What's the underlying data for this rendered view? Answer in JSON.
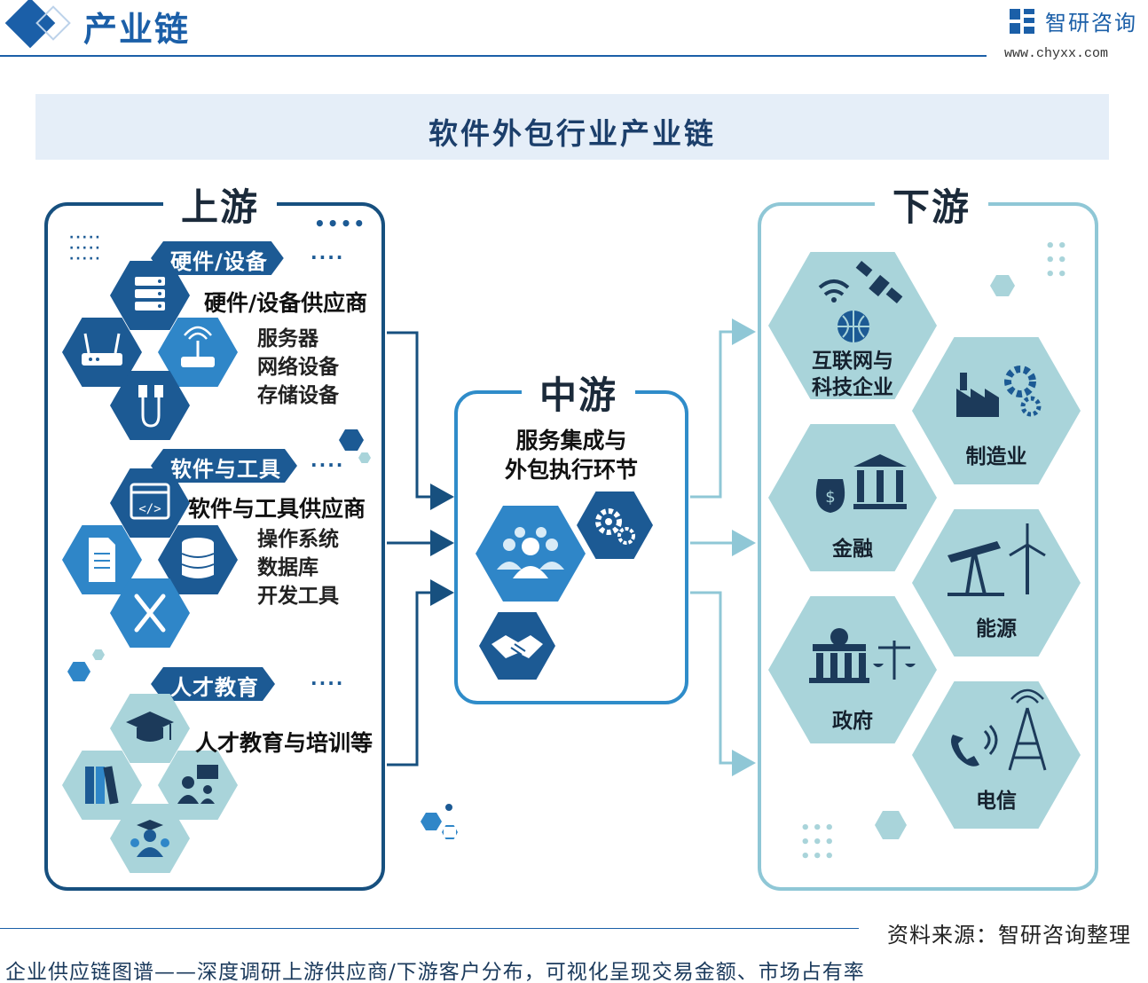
{
  "header": {
    "title": "产业链",
    "subtitle": "Industrial Chain",
    "logo_name": "智研咨询",
    "logo_url": "www.chyxx.com"
  },
  "banner": {
    "title": "软件外包行业产业链"
  },
  "upstream": {
    "title": "上游",
    "groups": [
      {
        "tag": "硬件/设备",
        "dots": "····",
        "headline": "硬件/设备供应商",
        "items": [
          "服务器",
          "网络设备",
          "存储设备"
        ]
      },
      {
        "tag": "软件与工具",
        "dots": "····",
        "headline": "软件与工具供应商",
        "items": [
          "操作系统",
          "数据库",
          "开发工具"
        ]
      },
      {
        "tag": "人才教育",
        "dots": "····",
        "headline": "人才教育与培训等",
        "items": []
      }
    ]
  },
  "midstream": {
    "title": "中游",
    "subtitle_lines": [
      "服务集成与",
      "外包执行环节"
    ]
  },
  "downstream": {
    "title": "下游",
    "sectors": [
      {
        "label_lines": [
          "互联网与",
          "科技企业"
        ],
        "icon": "wifi-satellite-globe-icon"
      },
      {
        "label_lines": [
          "制造业"
        ],
        "icon": "factory-gear-icon"
      },
      {
        "label_lines": [
          "金融"
        ],
        "icon": "money-bank-icon"
      },
      {
        "label_lines": [
          "能源"
        ],
        "icon": "oil-pump-windmill-icon"
      },
      {
        "label_lines": [
          "政府"
        ],
        "icon": "government-scales-icon"
      },
      {
        "label_lines": [
          "电信"
        ],
        "icon": "phone-tower-icon"
      }
    ]
  },
  "footer": {
    "source": "资料来源：智研咨询整理",
    "tagline": "企业供应链图谱——深度调研上游供应商/下游客户分布，可视化呈现交易金额、市场占有率"
  },
  "colors": {
    "brand": "#1b5fa8",
    "dark": "#1c5a94",
    "teal": "#a9d4da",
    "mid": "#2f86c8"
  }
}
